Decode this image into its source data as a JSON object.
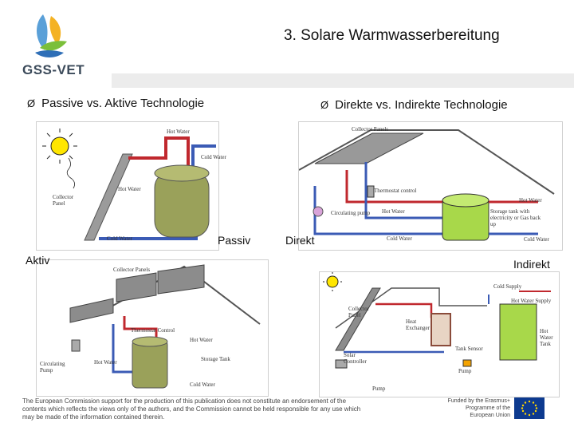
{
  "header": {
    "logo_text": "GSS-VET",
    "title": "3. Solare Warmwasserbereitung"
  },
  "bullets": {
    "left": "Passive vs. Aktive Technologie",
    "right": "Direkte vs. Indirekte Technologie",
    "marker": "Ø"
  },
  "captions": {
    "passiv": "Passiv",
    "aktiv": "Aktiv",
    "direkt": "Direkt",
    "indirekt": "Indirekt"
  },
  "diagram_passive": {
    "hot_water": "Hot Water",
    "cold_water_top": "Cold Water",
    "hot_water_pipe": "Hot Water",
    "collector": "Collector Panel",
    "cold_water_bottom": "Cold Water"
  },
  "diagram_active": {
    "collector_panels": "Collector Panels",
    "thermostat": "Thermostat Control",
    "hot_water": "Hot Water",
    "circulating_pump": "Circulating Pump",
    "hot_water_2": "Hot Water",
    "storage_tank": "Storage Tank",
    "cold_water": "Cold Water"
  },
  "diagram_direct": {
    "collector_panels": "Collector Panels",
    "thermostat": "Thermostat control",
    "hot_water": "Hot Water",
    "circulating_pump": "Circulating pump",
    "hot_water_2": "Hot Water",
    "storage_tank": "Storage tank with electricity or Gas back up",
    "cold_water": "Cold Water",
    "cold_water_2": "Cold Water"
  },
  "diagram_indirect": {
    "cold_supply": "Cold Supply",
    "hot_water_supply": "Hot Water Supply",
    "collector": "Collector Panel",
    "heat_exchanger": "Heat Exchanger",
    "hot_water_tank": "Hot Water Tank",
    "tank_sensor": "Tank Sensor",
    "solar_controller": "Solar Controller",
    "pump": "Pump",
    "pump_2": "Pump"
  },
  "footer": {
    "disclaimer": "The European Commission support for the production of this publication does not constitute an endorsement of the contents which reflects the views only of the authors, and the Commission cannot be held responsible for any use which may be made of the information contained therein.",
    "funded": "Funded by the Erasmus+ Programme of the European Union"
  },
  "colors": {
    "hot_pipe": "#c0282e",
    "cold_pipe": "#3b5bb5",
    "tank_green": "#a8d84a",
    "tank_olive": "#9aa15a",
    "panel_grey": "#8c8c8c",
    "eu_blue": "#0d3a8f",
    "eu_star": "#ffd700"
  }
}
